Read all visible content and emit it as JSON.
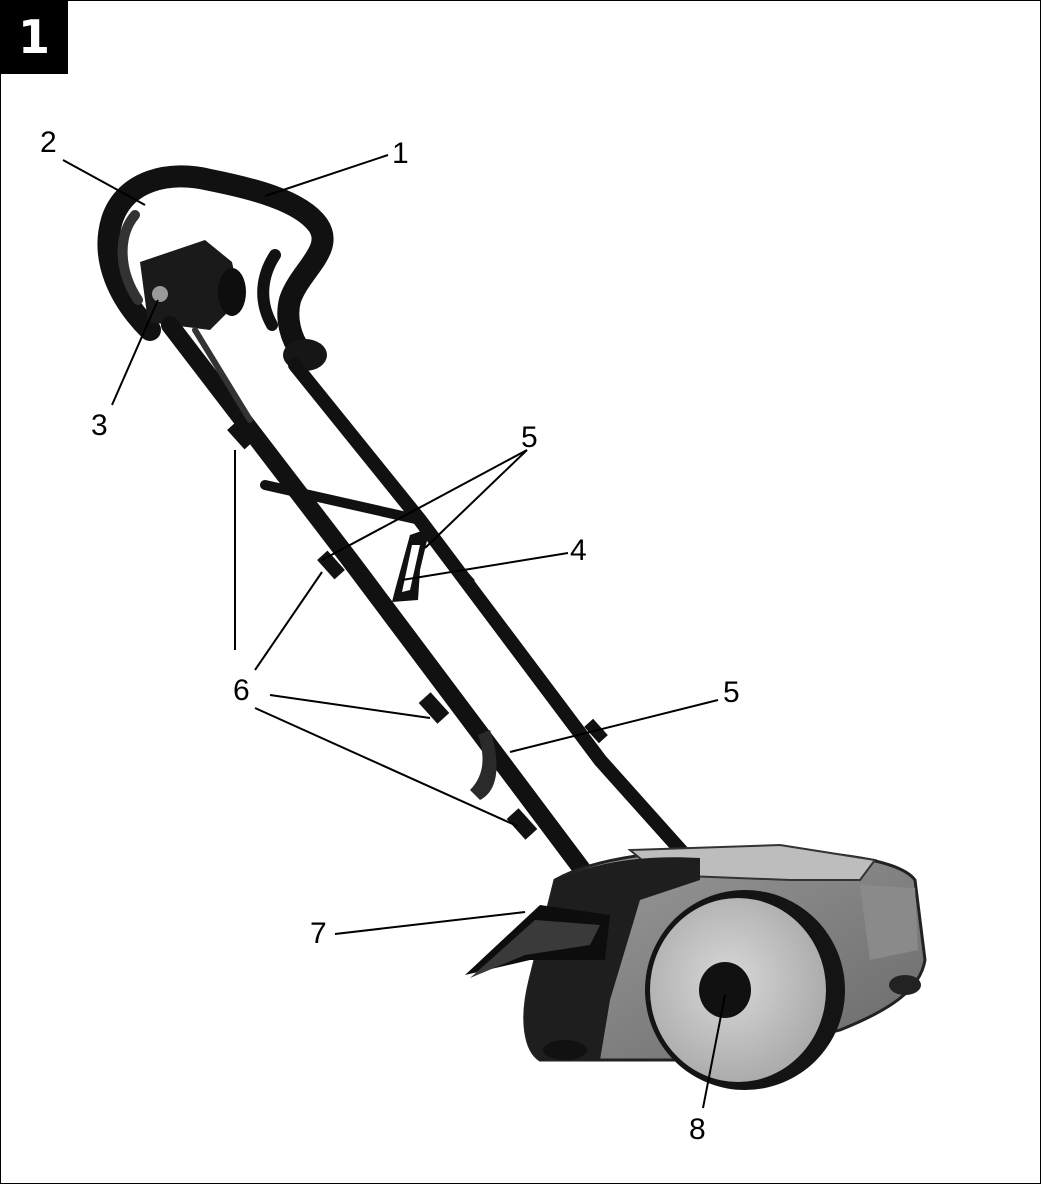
{
  "figure": {
    "number": "1"
  },
  "callouts": [
    {
      "id": "c1",
      "label": "1"
    },
    {
      "id": "c2",
      "label": "2"
    },
    {
      "id": "c3",
      "label": "3"
    },
    {
      "id": "c4",
      "label": "4"
    },
    {
      "id": "c5a",
      "label": "5"
    },
    {
      "id": "c5b",
      "label": "5"
    },
    {
      "id": "c6",
      "label": "6"
    },
    {
      "id": "c7",
      "label": "7"
    },
    {
      "id": "c8",
      "label": "8"
    }
  ]
}
